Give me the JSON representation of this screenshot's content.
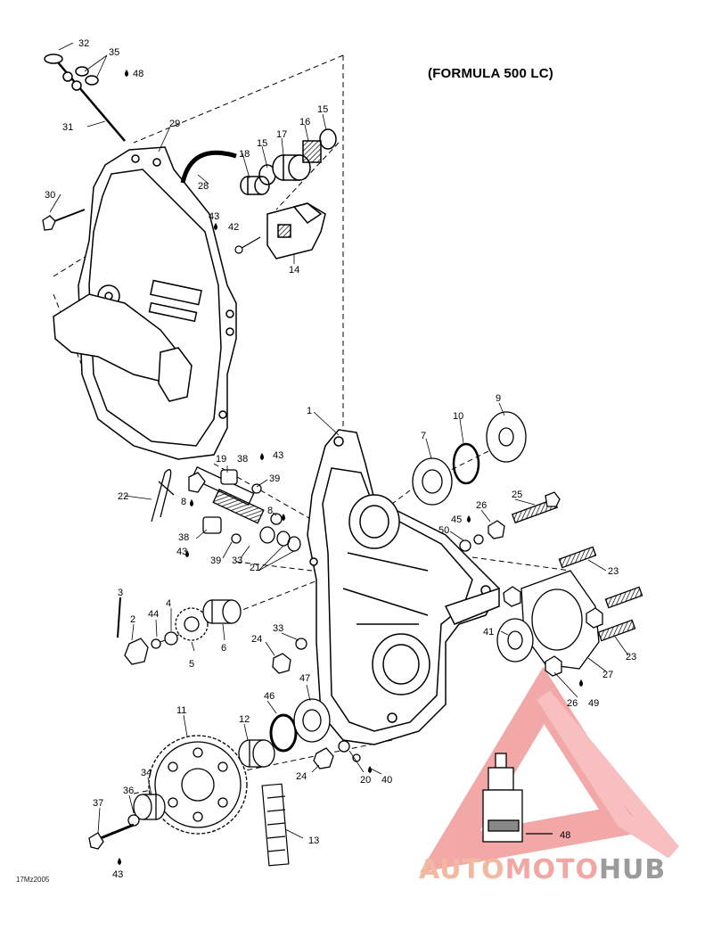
{
  "title": "(FORMULA 500 LC)",
  "diagram_code": "17Mz2005",
  "watermark": {
    "part1": "AUTO",
    "part2": "MOTO",
    "part3": "HUB"
  },
  "labels": {
    "l1": "1",
    "l2": "2",
    "l3": "3",
    "l4": "4",
    "l5": "5",
    "l6": "6",
    "l7": "7",
    "l8a": "8",
    "l8b": "8",
    "l9": "9",
    "l10": "10",
    "l11": "11",
    "l12": "12",
    "l13": "13",
    "l14": "14",
    "l15a": "15",
    "l15b": "15",
    "l16": "16",
    "l17": "17",
    "l18": "18",
    "l19": "19",
    "l20": "20",
    "l21": "21",
    "l22": "22",
    "l23a": "23",
    "l23b": "23",
    "l24a": "24",
    "l24b": "24",
    "l25": "25",
    "l26a": "26",
    "l26b": "26",
    "l27": "27",
    "l28": "28",
    "l29": "29",
    "l30": "30",
    "l31": "31",
    "l32": "32",
    "l33a": "33",
    "l33b": "33",
    "l34": "34",
    "l35": "35",
    "l36": "36",
    "l37": "37",
    "l38a": "38",
    "l38b": "38",
    "l39a": "39",
    "l39b": "39",
    "l40": "40",
    "l41": "41",
    "l42": "42",
    "l43a": "43",
    "l43b": "43",
    "l43c": "43",
    "l43d": "43",
    "l44": "44",
    "l45": "45",
    "l46": "46",
    "l47": "47",
    "l48a": "48",
    "l48b": "48",
    "l49": "49",
    "l50": "50"
  }
}
